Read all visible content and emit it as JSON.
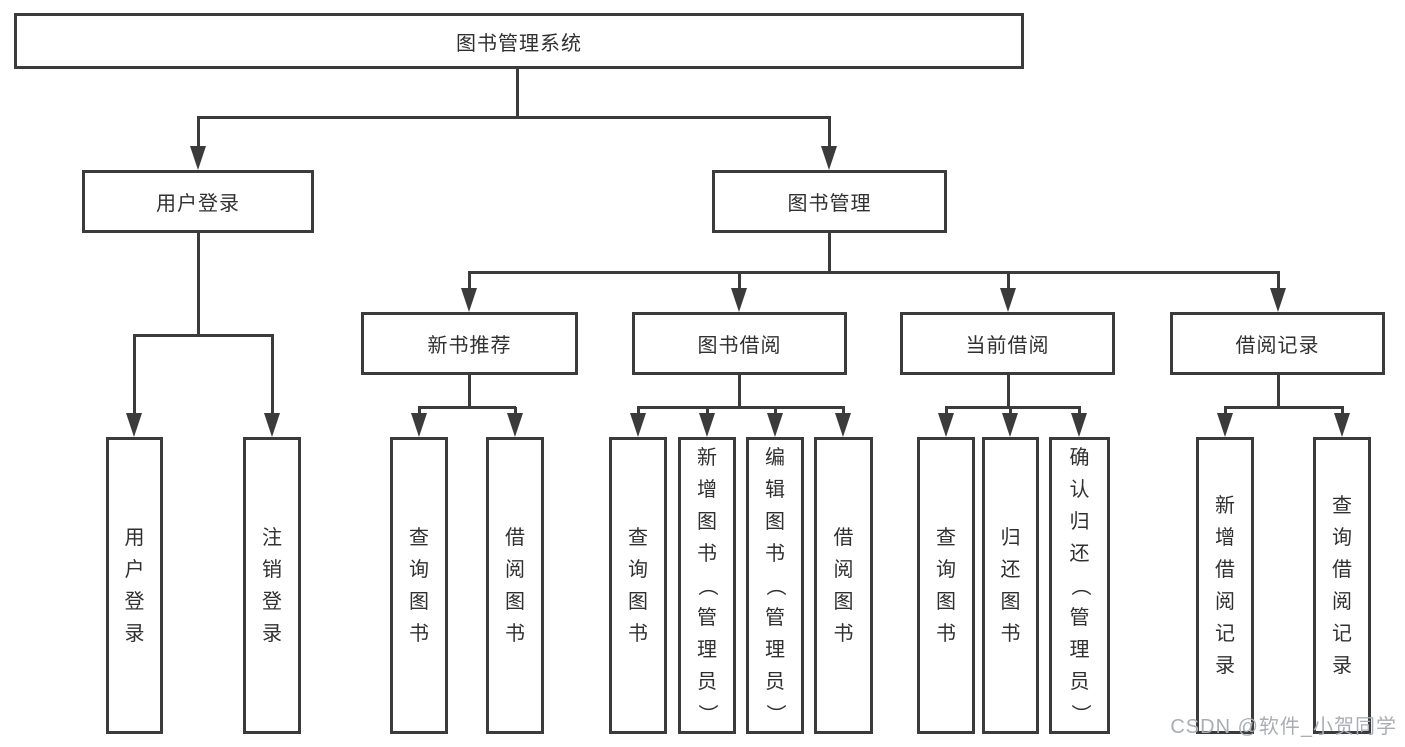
{
  "diagram": {
    "type": "org-tree",
    "root": {
      "label": "图书管理系统",
      "children": [
        {
          "label": "用户登录",
          "children": [
            {
              "label": "用户登录"
            },
            {
              "label": "注销登录"
            }
          ]
        },
        {
          "label": "图书管理",
          "children": [
            {
              "label": "新书推荐",
              "children": [
                {
                  "label": "查询图书"
                },
                {
                  "label": "借阅图书"
                }
              ]
            },
            {
              "label": "图书借阅",
              "children": [
                {
                  "label": "查询图书"
                },
                {
                  "label": "新增图书（管理员）"
                },
                {
                  "label": "编辑图书（管理员）"
                },
                {
                  "label": "借阅图书"
                }
              ]
            },
            {
              "label": "当前借阅",
              "children": [
                {
                  "label": "查询图书"
                },
                {
                  "label": "归还图书"
                },
                {
                  "label": "确认归还（管理员）"
                }
              ]
            },
            {
              "label": "借阅记录",
              "children": [
                {
                  "label": "新增借阅记录"
                },
                {
                  "label": "查询借阅记录"
                }
              ]
            }
          ]
        }
      ]
    }
  },
  "watermark": "CSDN @软件_小贺同学",
  "colors": {
    "line": "#3b3b3b",
    "text": "#303030",
    "background": "#ffffff",
    "watermark": "#a9aeb4"
  }
}
